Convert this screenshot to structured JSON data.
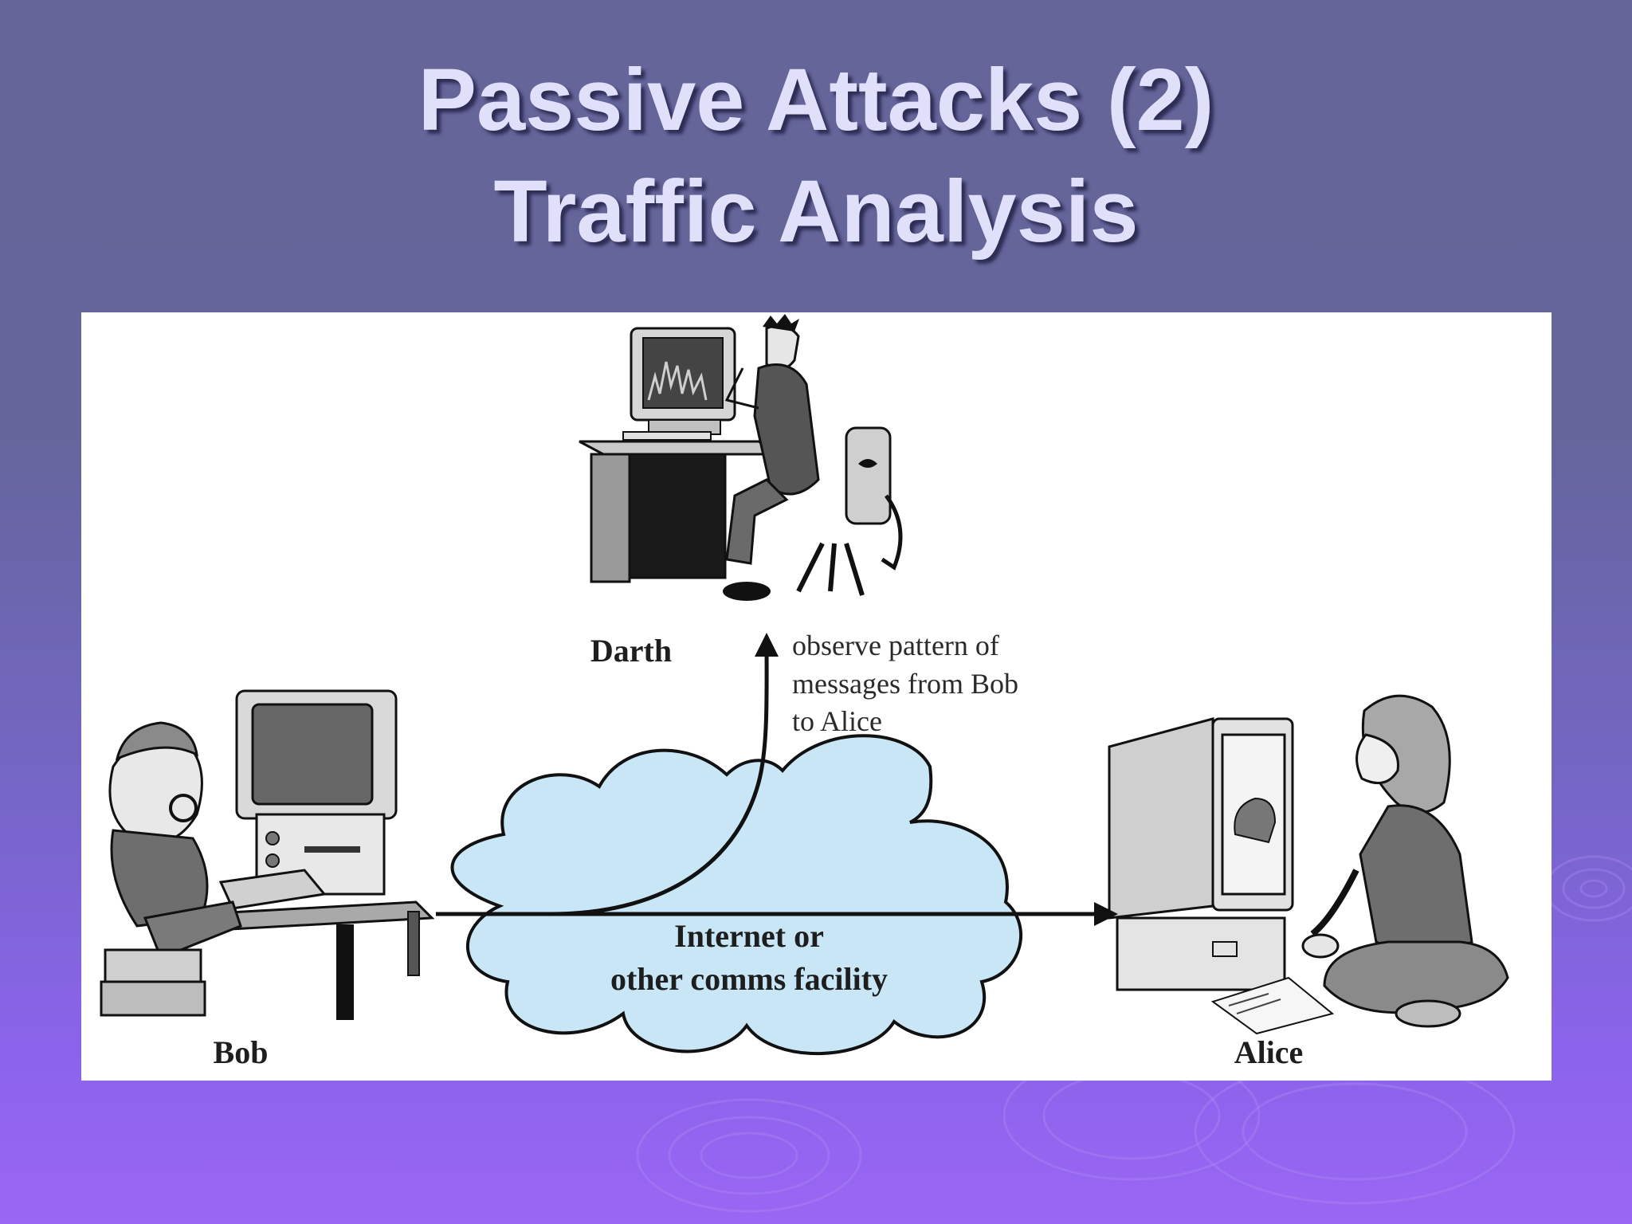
{
  "slide": {
    "title_line_1": "Passive Attacks (2)",
    "title_line_2": "Traffic Analysis"
  },
  "diagram": {
    "actors": {
      "darth": "Darth",
      "bob": "Bob",
      "alice": "Alice"
    },
    "annotation_lines": [
      "observe pattern of",
      "messages from Bob",
      "to Alice"
    ],
    "cloud_lines": [
      "Internet or",
      "other comms facility"
    ],
    "cloud_color": "#c9e6f7",
    "icons": [
      "computer-icon",
      "person-icon",
      "cloud-icon",
      "arrow-icon"
    ]
  },
  "colors": {
    "title_text": "#e0e0fb",
    "background_top": "#66659a",
    "background_bottom": "#9a66f4",
    "panel": "#ffffff"
  }
}
